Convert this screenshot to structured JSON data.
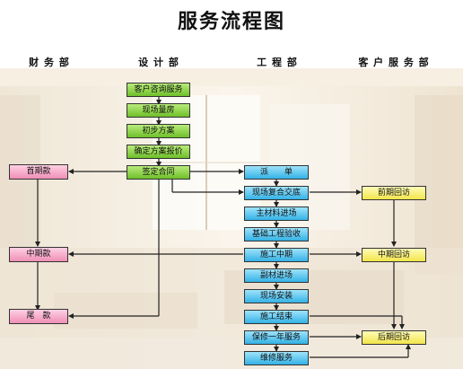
{
  "title": "服务流程图",
  "departments": {
    "finance": "财 务 部",
    "design": "设 计 部",
    "engineering": "工 程 部",
    "customer_service": "客 户 服 务 部"
  },
  "design_steps": [
    "客户咨询服务",
    "现场量房",
    "初步方案",
    "确定方案报价",
    "签定合同"
  ],
  "finance_steps": [
    "首期款",
    "中期款",
    "尾　款"
  ],
  "engineering_steps": [
    "派　　单",
    "现场复合交底",
    "主材料进场",
    "基础工程验收",
    "施工中期",
    "副材进场",
    "现场安装",
    "施工结束",
    "保修一年服务",
    "维修服务"
  ],
  "service_steps": [
    "前期回访",
    "中期回访",
    "后期回访"
  ],
  "colors": {
    "design": "#8fd24a",
    "engineering": "#5cc8f0",
    "finance": "#f4a6c4",
    "service": "#fbf27a"
  }
}
